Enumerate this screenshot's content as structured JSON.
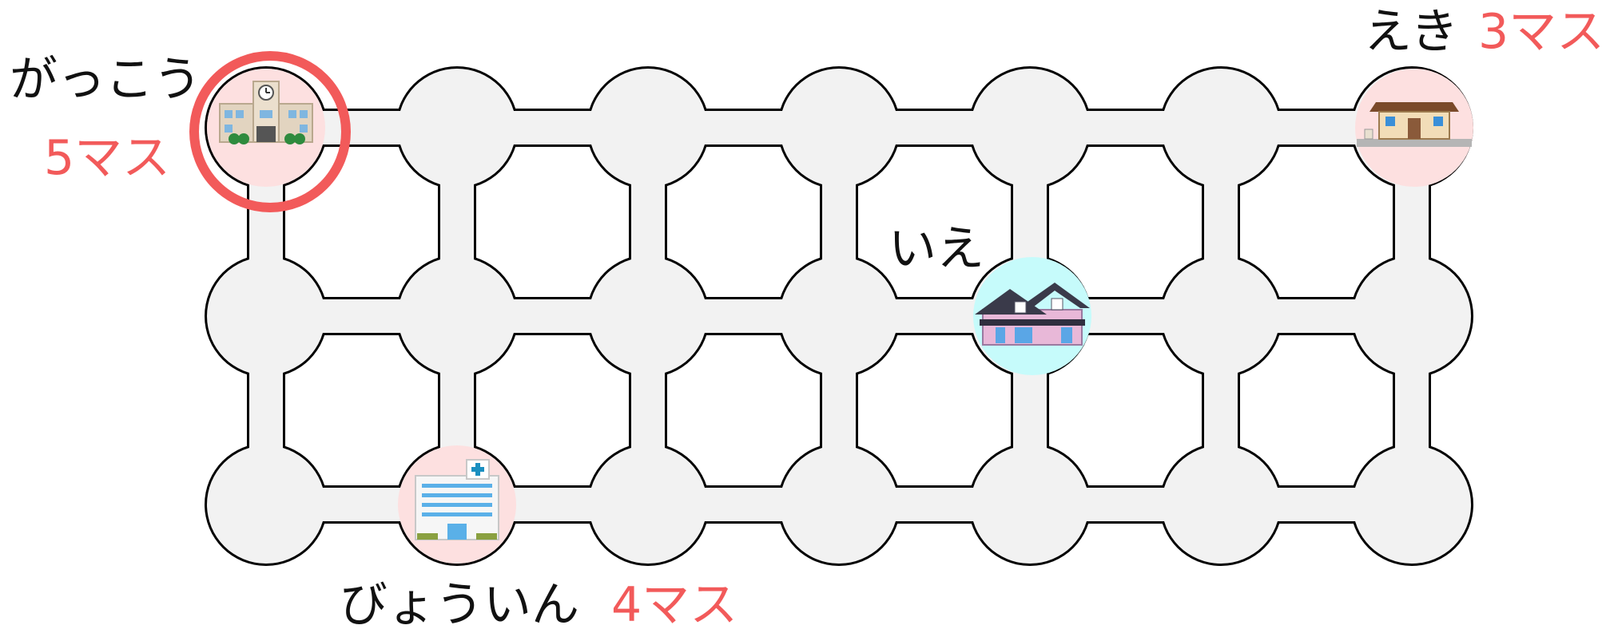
{
  "colors": {
    "board_fill": "#f2f2f2",
    "outline": "#000000",
    "steps_text": "#f25a5a",
    "place_text": "#111111",
    "highlight_ring": "#f25a5a",
    "pink_bg": "#fde0e0",
    "house_bg": "#c6fbfb"
  },
  "grid": {
    "columns": 7,
    "rows": 3
  },
  "places": {
    "school": {
      "label": "がっこう",
      "steps": "5マス",
      "icon": "school-building-icon",
      "bg": "pink",
      "highlighted": true
    },
    "station": {
      "label": "えき",
      "steps": "3マス",
      "icon": "train-station-icon",
      "bg": "pink"
    },
    "home": {
      "label": "いえ",
      "icon": "house-icon",
      "bg": "cyan"
    },
    "hospital": {
      "label": "びょういん",
      "steps": "4マス",
      "icon": "hospital-icon",
      "bg": "pink"
    }
  }
}
